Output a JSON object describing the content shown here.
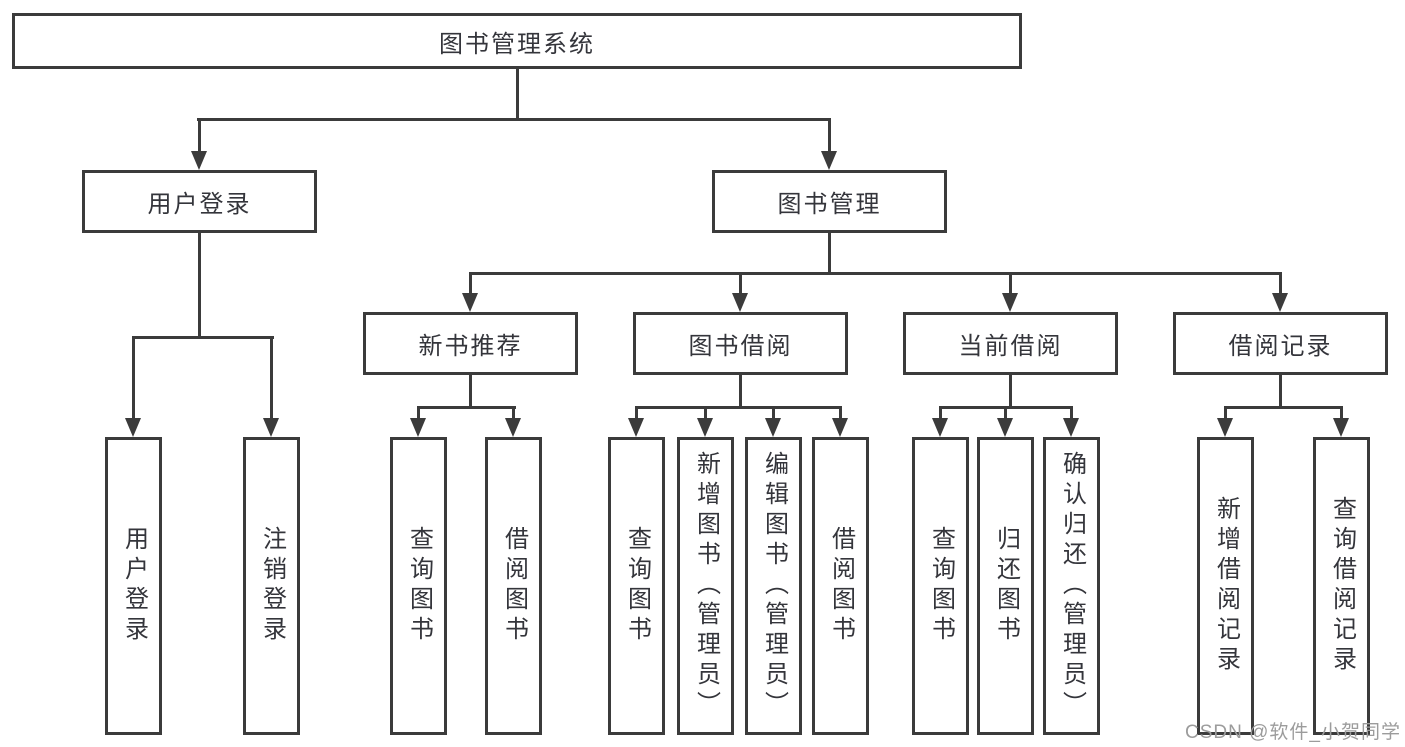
{
  "colors": {
    "line": "#3b3b3b",
    "text": "#34353b",
    "background": "#ffffff",
    "watermark_gray": "#9c9c9c"
  },
  "watermark": {
    "text": "CSDN @软件_小贺同学"
  },
  "tree": {
    "label": "图书管理系统",
    "children": [
      {
        "label": "用户登录",
        "children": [
          {
            "label": "用户登录"
          },
          {
            "label": "注销登录"
          }
        ]
      },
      {
        "label": "图书管理",
        "children": [
          {
            "label": "新书推荐",
            "children": [
              {
                "label": "查询图书"
              },
              {
                "label": "借阅图书"
              }
            ]
          },
          {
            "label": "图书借阅",
            "children": [
              {
                "label": "查询图书"
              },
              {
                "label": "新增图书（管理员）"
              },
              {
                "label": "编辑图书（管理员）"
              },
              {
                "label": "借阅图书"
              }
            ]
          },
          {
            "label": "当前借阅",
            "children": [
              {
                "label": "查询图书"
              },
              {
                "label": "归还图书"
              },
              {
                "label": "确认归还（管理员）"
              }
            ]
          },
          {
            "label": "借阅记录",
            "children": [
              {
                "label": "新增借阅记录"
              },
              {
                "label": "查询借阅记录"
              }
            ]
          }
        ]
      }
    ]
  }
}
